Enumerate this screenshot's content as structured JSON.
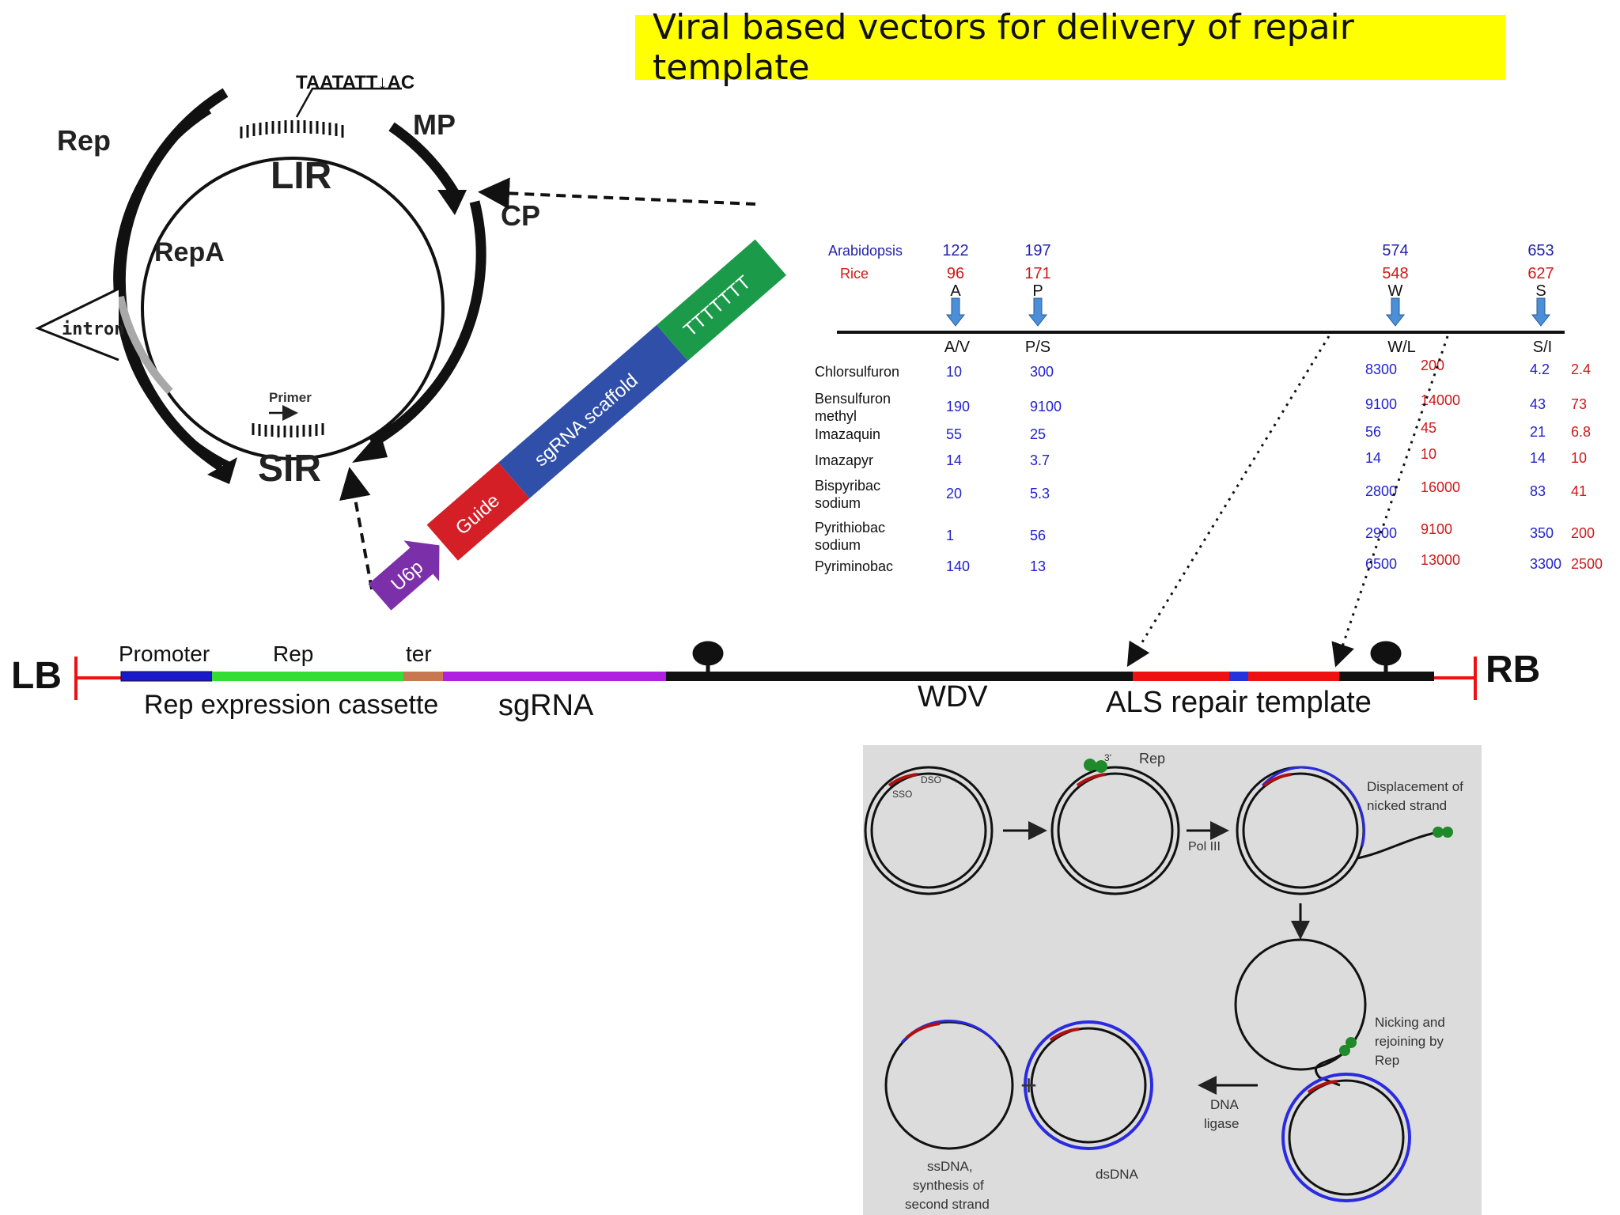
{
  "slide": {
    "title": "Viral based vectors for delivery of repair template"
  },
  "genome_map": {
    "motif": "TAATATT↓AC",
    "labels": {
      "rep": "Rep",
      "repa": "RepA",
      "lir": "LIR",
      "mp": "MP",
      "cp": "CP",
      "intron": "intron",
      "primer": "Primer",
      "sir": "SIR"
    }
  },
  "sgrna_cassette": {
    "segments": [
      {
        "label": "U6p",
        "color": "#7b2fa8"
      },
      {
        "label": "Guide",
        "color": "#d51f26"
      },
      {
        "label": "sgRNA scaffold",
        "color": "#2f4fa8"
      },
      {
        "label": "TTTTTTT",
        "color": "#1b9a4a"
      }
    ]
  },
  "als_table": {
    "species": [
      {
        "name": "Arabidopsis",
        "color": "#2222aa",
        "positions": [
          "122",
          "197",
          "574",
          "653"
        ]
      },
      {
        "name": "Rice",
        "color": "#d01818",
        "positions": [
          "96",
          "171",
          "548",
          "627"
        ]
      }
    ],
    "residues": [
      "A",
      "P",
      "W",
      "S"
    ],
    "mutations": [
      "A/V",
      "P/S",
      "W/L",
      "S/I"
    ],
    "rows": [
      {
        "herbicide": [
          "Chlorsulfuron"
        ],
        "av": "10",
        "ps": "300",
        "wl_blue": "8300",
        "wl_red": "200",
        "si_blue": "4.2",
        "si_red": "2.4"
      },
      {
        "herbicide": [
          "Bensulfuron",
          "methyl"
        ],
        "av": "190",
        "ps": "9100",
        "wl_blue": "9100",
        "wl_red": "14000",
        "si_blue": "43",
        "si_red": "73"
      },
      {
        "herbicide": [
          "Imazaquin"
        ],
        "av": "55",
        "ps": "25",
        "wl_blue": "56",
        "wl_red": "45",
        "si_blue": "21",
        "si_red": "6.8"
      },
      {
        "herbicide": [
          "Imazapyr"
        ],
        "av": "14",
        "ps": "3.7",
        "wl_blue": "14",
        "wl_red": "10",
        "si_blue": "14",
        "si_red": "10"
      },
      {
        "herbicide": [
          "Bispyribac",
          "sodium"
        ],
        "av": "20",
        "ps": "5.3",
        "wl_blue": "2800",
        "wl_red": "16000",
        "si_blue": "83",
        "si_red": "41"
      },
      {
        "herbicide": [
          "Pyrithiobac",
          "sodium"
        ],
        "av": "1",
        "ps": "56",
        "wl_blue": "2900",
        "wl_red": "9100",
        "si_blue": "350",
        "si_red": "200"
      },
      {
        "herbicide": [
          "Pyriminobac"
        ],
        "av": "140",
        "ps": "13",
        "wl_blue": "6500",
        "wl_red": "13000",
        "si_blue": "3300",
        "si_red": "2500"
      }
    ],
    "blue": "#2222cc",
    "red": "#d01818"
  },
  "construct": {
    "lb": "LB",
    "rb": "RB",
    "promoter": "Promoter",
    "rep": "Rep",
    "ter": "ter",
    "rep_cassette": "Rep expression cassette",
    "sgrna": "sgRNA",
    "wdv": "WDV",
    "als_template": "ALS repair template",
    "colors": {
      "promoter": "#1a1acc",
      "rep": "#33dd33",
      "ter": "#c87850",
      "sgrna": "#b020e0",
      "als": "#ee1111",
      "als_insert": "#2233dd"
    }
  },
  "replication": {
    "sso": "SSO",
    "dso": "DSO",
    "three_prime": "3'",
    "rep": "Rep",
    "pol": "Pol III",
    "displacement": [
      "Displacement of",
      "nicked strand"
    ],
    "nicking": [
      "Nicking and",
      "rejoining by",
      "Rep"
    ],
    "ligase": [
      "DNA",
      "ligase"
    ],
    "ssdna": [
      "ssDNA,",
      "synthesis of",
      "second strand"
    ],
    "dsdna": "dsDNA",
    "plus": "+"
  }
}
